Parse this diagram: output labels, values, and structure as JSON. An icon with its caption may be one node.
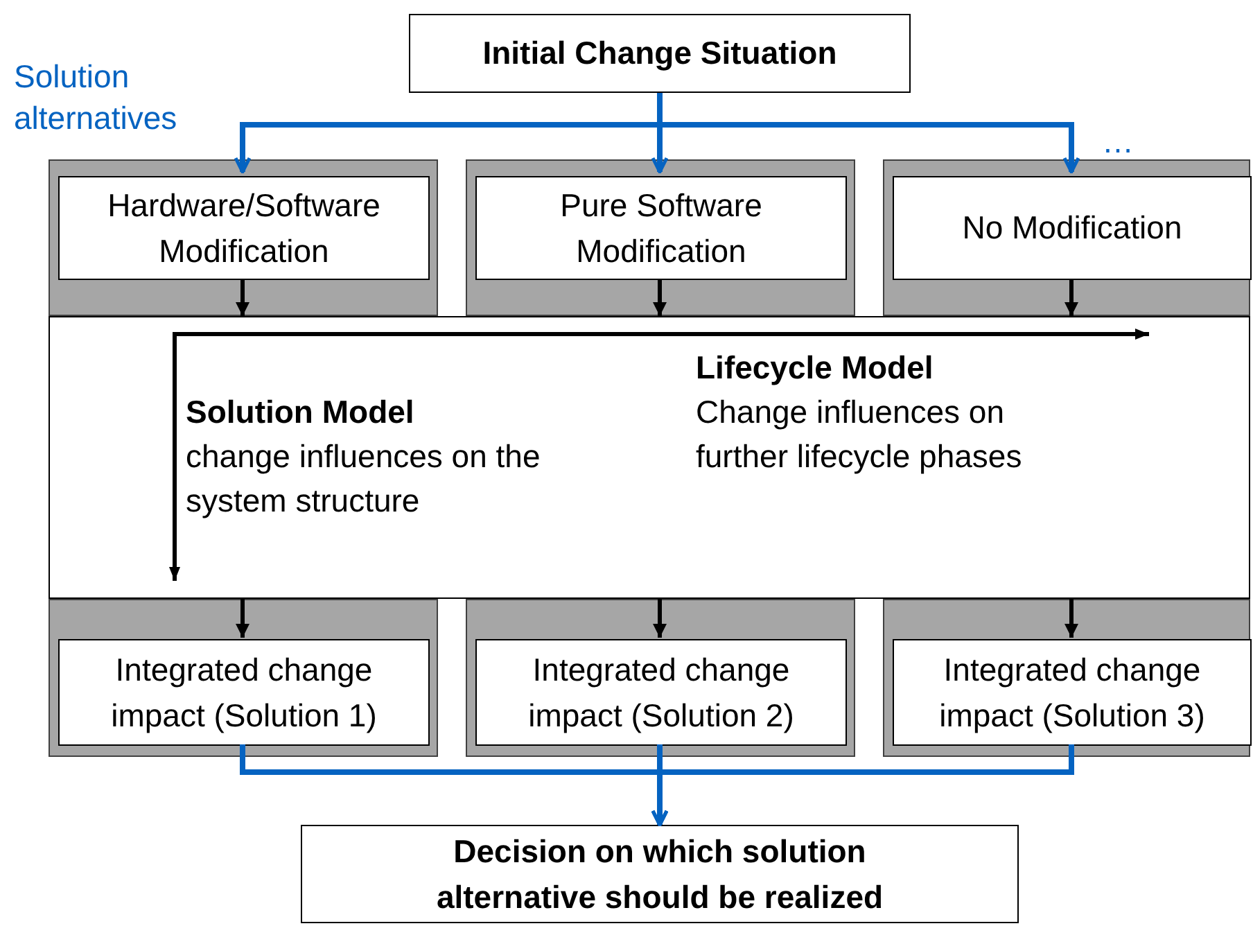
{
  "diagram": {
    "nodes": [
      {
        "text": [
          "Initial Change Situation"
        ]
      },
      {
        "text": [],
        "shape": "box"
      },
      {
        "text": [],
        "shape": "box"
      },
      {
        "text": [],
        "shape": "box"
      },
      {
        "text": [
          "Hardware/Software Modification"
        ],
        "in": 1
      },
      {
        "text": [
          "Pure Software Modification"
        ],
        "in": 2
      },
      {
        "text": [
          "No Modification"
        ],
        "in": 3
      },
      {
        "text": [
          "Solution Model",
          "change influences on the system structure",
          "Lifecycle Model",
          "Change influences on further lifecycle phases"
        ]
      },
      {
        "text": [],
        "shape": "box"
      },
      {
        "text": [],
        "shape": "box"
      },
      {
        "text": [],
        "shape": "box"
      },
      {
        "text": [
          "Integrated change impact (Solution 1)"
        ],
        "in": 8
      },
      {
        "text": [
          "Integrated change impact (Solution 2)"
        ],
        "in": 9
      },
      {
        "text": [
          "Integrated change impact (Solution 3)"
        ],
        "in": 10
      },
      {
        "text": [
          "Decision on which solution alternative should be realized"
        ]
      }
    ],
    "edges": [
      {
        "from": 0,
        "to": 4,
        "arrow": "to",
        "color": "#0563c1"
      },
      {
        "from": 0,
        "to": 5,
        "arrow": "to",
        "color": "#0563c1"
      },
      {
        "from": 0,
        "to": 6,
        "arrow": "to",
        "color": "#0563c1"
      },
      {
        "from": 4,
        "to": 7,
        "arrow": "to",
        "color": "#000000"
      },
      {
        "from": 5,
        "to": 7,
        "arrow": "to",
        "color": "#000000"
      },
      {
        "from": 6,
        "to": 7,
        "arrow": "to",
        "color": "#000000"
      },
      {
        "from": 7,
        "to": 11,
        "arrow": "to",
        "color": "#000000"
      },
      {
        "from": 7,
        "to": 12,
        "arrow": "to",
        "color": "#000000"
      },
      {
        "from": 7,
        "to": 13,
        "arrow": "to",
        "color": "#000000"
      },
      {
        "from": 11,
        "to": 14,
        "arrow": "to",
        "color": "#0563c1"
      },
      {
        "from": 12,
        "to": 14,
        "arrow": "to",
        "color": "#0563c1"
      },
      {
        "from": 13,
        "to": 14,
        "arrow": "to",
        "color": "#0563c1"
      }
    ],
    "labels": [
      "Solution alternatives",
      "…"
    ]
  }
}
